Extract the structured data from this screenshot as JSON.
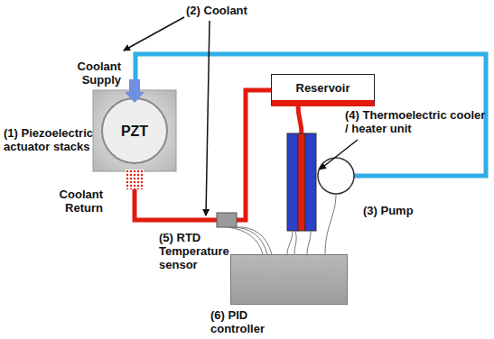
{
  "diagram": {
    "nodes": [
      {
        "text": [
          "PZT"
        ]
      },
      {
        "text": [
          "Reservoir"
        ]
      },
      {
        "text": [
          "(6) PID controller"
        ]
      }
    ],
    "edges": [
      {
        "from": 0,
        "to": 1,
        "arrow": "none"
      }
    ],
    "labels": [
      "(2) Coolant",
      "Coolant Supply",
      "(1) Piezoelectric actuator stacks",
      "Coolant Return",
      "(4) Thermoelectric cooler / heater unit",
      "(3) Pump",
      "(5) RTD Temperature sensor"
    ]
  }
}
